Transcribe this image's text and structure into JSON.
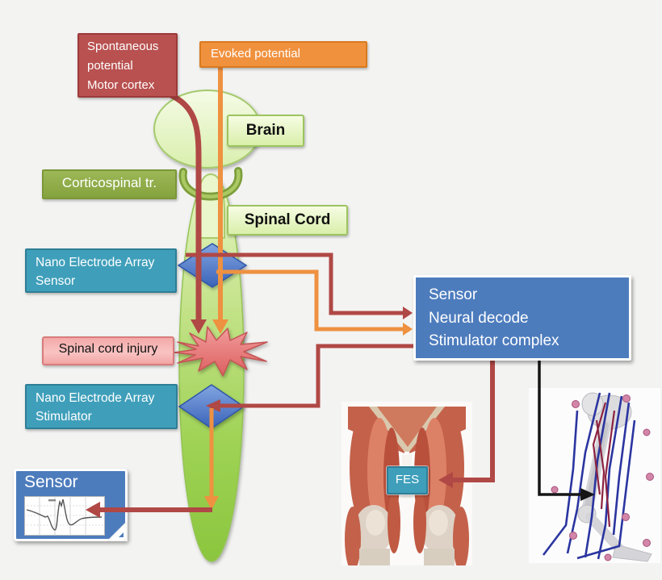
{
  "background": "#f3f3f2",
  "labels": {
    "spontaneous": "Spontaneous\npotential\nMotor cortex",
    "evoked": "Evoked potential",
    "brain": "Brain",
    "corticospinal": "Corticospinal tr.",
    "spinal_cord": "Spinal Cord",
    "nano_sensor": "Nano Electrode Array\nSensor",
    "injury": "Spinal cord injury",
    "nano_stimulator": "Nano Electrode Array\nStimulator",
    "complex": "Sensor\nNeural decode\nStimulator complex",
    "sensor_card": "Sensor",
    "fes": "FES"
  },
  "colors": {
    "red_accent": "#b85150",
    "orange_accent": "#f0913e",
    "olive_green": "#8fae49",
    "pale_green_label": "#e3f2be",
    "cord_green": "#8cc63f",
    "teal": "#3f9fba",
    "pink": "#f5b0af",
    "panel_blue": "#4d7cbd",
    "diamond_blue": "#4a6fc0",
    "arrow_red": "#b04845",
    "arrow_orange": "#ee9140",
    "arrow_black": "#1a1a1a"
  }
}
